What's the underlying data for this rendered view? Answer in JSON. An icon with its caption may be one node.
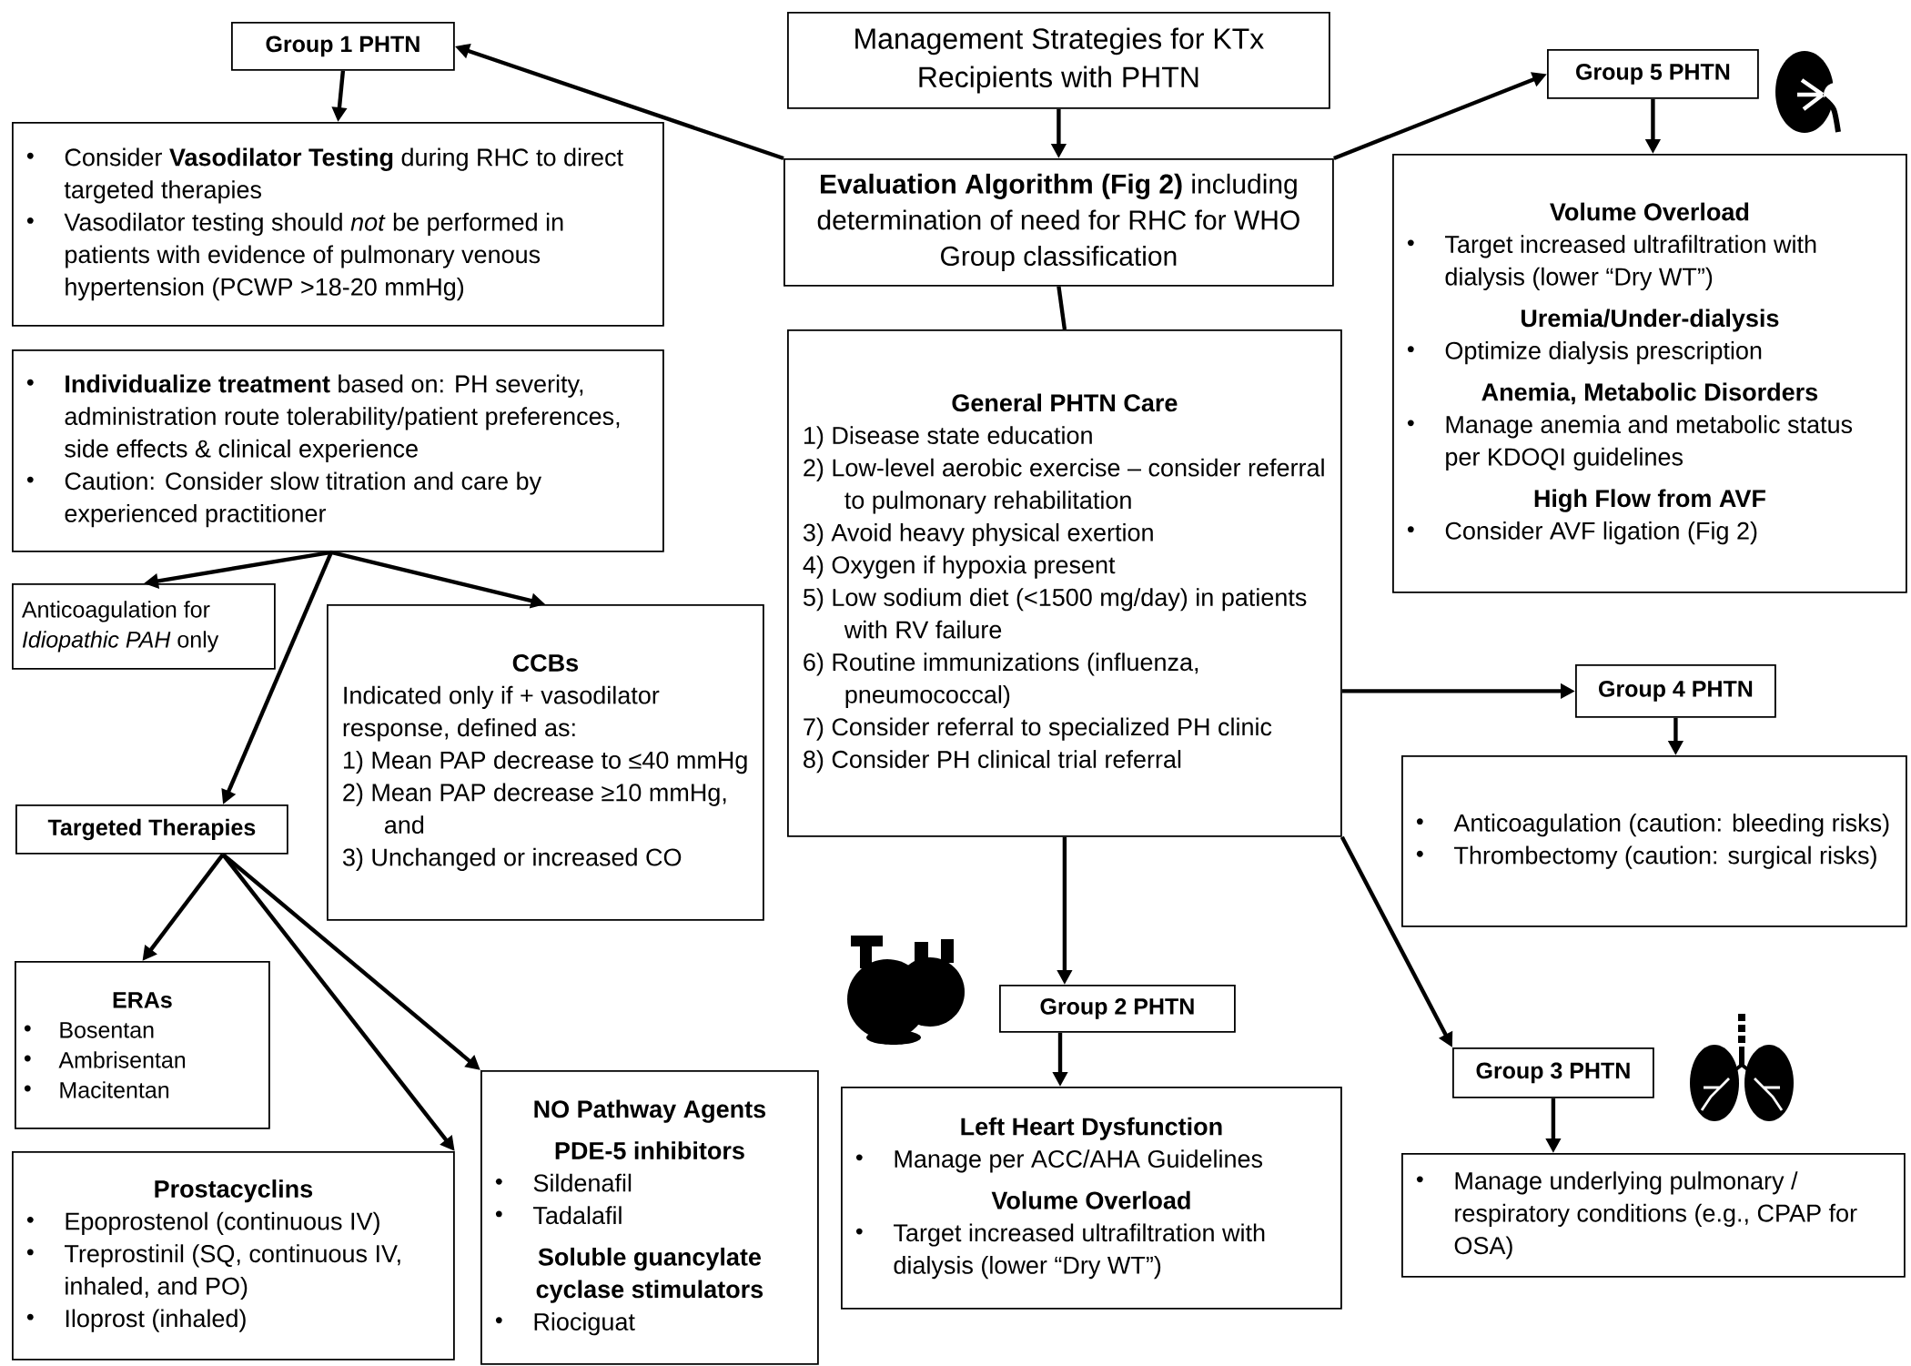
{
  "diagram": {
    "nodes": [
      {
        "text": [
          "Management Strategies for KTx Recipients with PHTN"
        ]
      },
      {
        "text": [
          "**Evaluation Algorithm (Fig 2)** including determination of need for RHC for WHO Group classification"
        ]
      },
      {
        "text": [
          "General PHTN Care",
          "1) Disease state education",
          "2) Low-level aerobic exercise – consider referral to pulmonary rehabilitation",
          "3) Avoid heavy physical exertion",
          "4) Oxygen if hypoxia present",
          "5) Low sodium diet (<1500 mg/day) in patients with RV failure",
          "6) Routine immunizations (influenza, pneumococcal)",
          "7) Consider referral to specialized PH clinic",
          "8) Consider PH clinical trial referral"
        ]
      },
      {
        "text": [
          "Group 1 PHTN"
        ]
      },
      {
        "text": [
          "Consider **Vasodilator Testing** during RHC to direct targeted therapies",
          "Vasodilator testing should *not* be performed in patients with evidence of pulmonary venous hypertension (PCWP >18-20 mmHg)"
        ]
      },
      {
        "text": [
          "**Individualize treatment** based on: PH severity, administration route tolerability/patient preferences, side effects & clinical experience",
          "Caution: Consider slow titration and care by experienced practitioner"
        ]
      },
      {
        "text": [
          "Anticoagulation for *Idiopathic PAH* only"
        ]
      },
      {
        "text": [
          "CCBs",
          "Indicated only if + vasodilator response, defined as:",
          "1) Mean PAP decrease to ≤40 mmHg",
          "2) Mean PAP decrease ≥10 mmHg, and",
          "3) Unchanged or increased CO"
        ]
      },
      {
        "text": [
          "Targeted Therapies"
        ]
      },
      {
        "text": [
          "ERAs",
          "Bosentan",
          "Ambrisentan",
          "Macitentan"
        ]
      },
      {
        "text": [
          "Prostacyclins",
          "Epoprostenol (continuous IV)",
          "Treprostinil (SQ, continuous IV, inhaled, and PO)",
          "Iloprost (inhaled)"
        ]
      },
      {
        "text": [
          "NO Pathway Agents",
          "PDE-5 inhibitors",
          "Sildenafil",
          "Tadalafil",
          "Soluble guancylate cyclase stimulators",
          "Riociguat"
        ]
      },
      {
        "text": [
          "Group 5 PHTN"
        ]
      },
      {
        "text": [
          "Volume Overload",
          "Target increased ultrafiltration with dialysis (lower “Dry WT”)",
          "Uremia/Under-dialysis",
          "Optimize dialysis prescription",
          "Anemia, Metabolic Disorders",
          "Manage anemia and metabolic status per KDOQI guidelines",
          "High Flow from AVF",
          "Consider AVF ligation (Fig 2)"
        ]
      },
      {
        "text": [
          "Group 4 PHTN"
        ]
      },
      {
        "text": [
          "Anticoagulation (caution: bleeding risks)",
          "Thrombectomy (caution: surgical risks)"
        ]
      },
      {
        "text": [
          "Group 2 PHTN"
        ]
      },
      {
        "text": [
          "Left Heart Dysfunction",
          "Manage per ACC/AHA Guidelines",
          "Volume Overload",
          "Target increased ultrafiltration with dialysis (lower “Dry WT”)"
        ]
      },
      {
        "text": [
          "Group 3 PHTN"
        ]
      },
      {
        "text": [
          "Manage underlying pulmonary / respiratory conditions (e.g., CPAP for OSA)"
        ]
      }
    ],
    "edges": [
      {
        "from": 0,
        "to": 1,
        "arrow": "to"
      },
      {
        "from": 1,
        "to": 3,
        "arrow": "to"
      },
      {
        "from": 1,
        "to": 12,
        "arrow": "to"
      },
      {
        "from": 1,
        "to": 2,
        "arrow": "none"
      },
      {
        "from": 3,
        "to": 4,
        "arrow": "to"
      },
      {
        "from": 12,
        "to": 13,
        "arrow": "to"
      },
      {
        "from": 2,
        "to": 14,
        "arrow": "to"
      },
      {
        "from": 14,
        "to": 15,
        "arrow": "to"
      },
      {
        "from": 2,
        "to": 16,
        "arrow": "to"
      },
      {
        "from": 16,
        "to": 17,
        "arrow": "to"
      },
      {
        "from": 2,
        "to": 18,
        "arrow": "to"
      },
      {
        "from": 18,
        "to": 19,
        "arrow": "to"
      },
      {
        "from": 5,
        "to": 6,
        "arrow": "to"
      },
      {
        "from": 5,
        "to": 7,
        "arrow": "to"
      },
      {
        "from": 5,
        "to": 8,
        "arrow": "to"
      },
      {
        "from": 8,
        "to": 9,
        "arrow": "to"
      },
      {
        "from": 8,
        "to": 10,
        "arrow": "to"
      },
      {
        "from": 8,
        "to": 11,
        "arrow": "to"
      }
    ]
  }
}
